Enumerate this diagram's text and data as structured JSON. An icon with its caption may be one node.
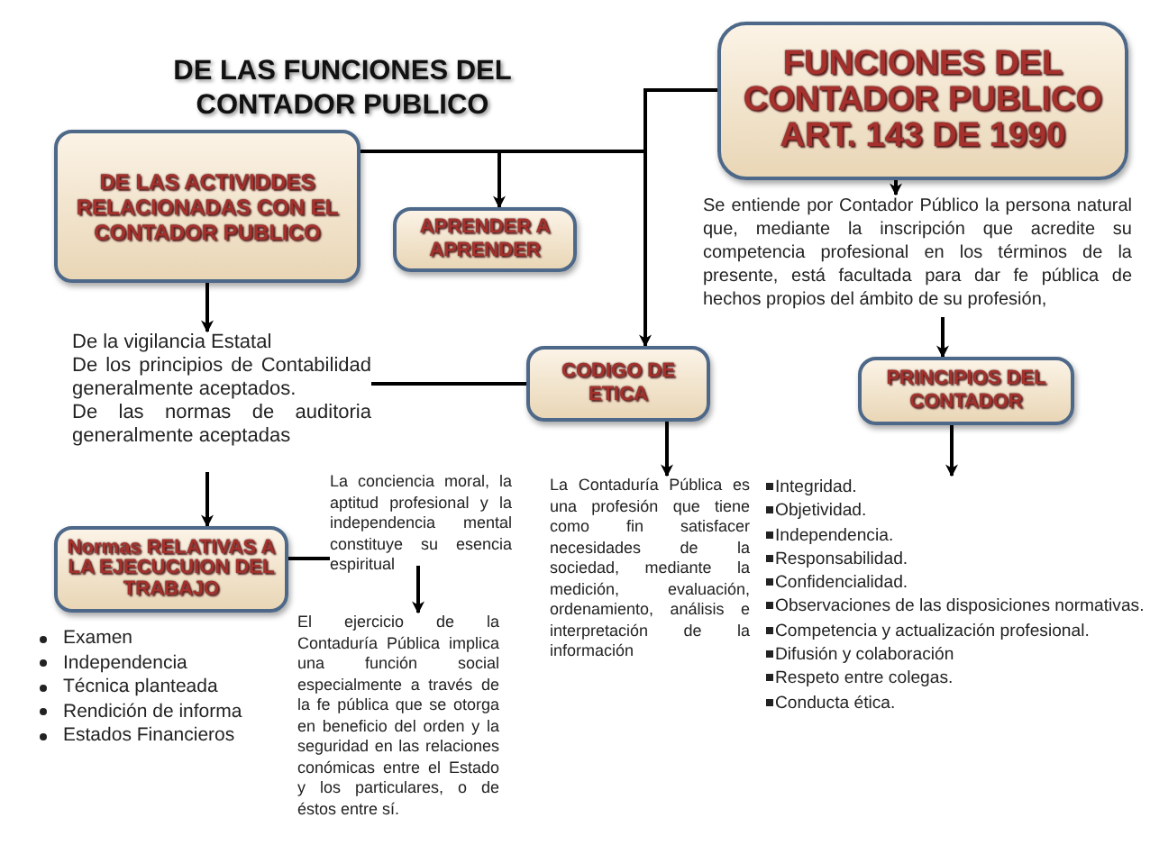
{
  "diagram": {
    "title": "DE LAS FUNCIONES DEL CONTADOR PUBLICO",
    "nodes": [
      {
        "text": [
          "FUNCIONES DEL CONTADOR PUBLICO ART. 143 DE 1990"
        ]
      },
      {
        "text": [
          "DE LAS ACTIVIDDES RELACIONADAS CON EL CONTADOR PUBLICO"
        ]
      },
      {
        "text": [
          "APRENDER A APRENDER"
        ]
      },
      {
        "text": [
          "CODIGO DE ETICA"
        ]
      },
      {
        "text": [
          "Se entiende por Contador Público la persona natural que, mediante la inscripción que acredite su competencia profesional en los términos de la presente, está facultada para dar fe pública de hechos propios del ámbito de su profesión,"
        ]
      },
      {
        "text": [
          "PRINCIPIOS DEL CONTADOR"
        ]
      },
      {
        "text": [
          "De la vigilancia Estatal",
          "De los principios de Contabilidad generalmente aceptados.",
          "De las normas de auditoria generalmente aceptadas"
        ]
      },
      {
        "text": [
          "Normas RELATIVAS A LA EJECUCUION DEL TRABAJO"
        ]
      },
      {
        "text": [
          "La conciencia moral, la aptitud profesional y la independencia mental constituye su esencia espiritual"
        ]
      },
      {
        "text": [
          "El ejercicio de la Contaduría Pública implica una función social especialmente a través de la fe pública que se otorga en beneficio del orden y la seguridad en las relaciones conómicas entre el Estado y los particulares, o de éstos entre sí."
        ]
      },
      {
        "text": [
          "La Contaduría Pública es una profesión que tiene como fin satisfacer necesidades de la sociedad, mediante la medición, evaluación, ordenamiento, análisis e interpretación de la información"
        ]
      },
      {
        "text": [
          "Integridad.",
          "Objetividad.",
          "Independencia.",
          "Responsabilidad.",
          "Confidencialidad.",
          "Observaciones de las disposiciones normativas.",
          "Competencia y actualización profesional.",
          "Difusión y colaboración",
          "Respeto entre colegas.",
          "Conducta ética."
        ]
      }
    ],
    "edges": [
      {
        "from": 0,
        "to": 3,
        "arrow": "to"
      },
      {
        "from": 0,
        "to": 2,
        "arrow": "to"
      },
      {
        "from": 0,
        "to": 1,
        "arrow": "none"
      },
      {
        "from": 0,
        "to": 4,
        "arrow": "to"
      },
      {
        "from": 4,
        "to": 5,
        "arrow": "to"
      },
      {
        "from": 5,
        "to": 11,
        "arrow": "to"
      },
      {
        "from": 1,
        "to": 6,
        "arrow": "to"
      },
      {
        "from": 6,
        "to": 7,
        "arrow": "to"
      },
      {
        "from": 6,
        "to": 3,
        "arrow": "none"
      },
      {
        "from": 3,
        "to": 10,
        "arrow": "to"
      },
      {
        "from": 7,
        "to": 8,
        "arrow": "none"
      },
      {
        "from": 8,
        "to": 9,
        "arrow": "to"
      }
    ],
    "labels": [
      "Examen",
      "Independencia",
      "Técnica planteada",
      "Rendición de informa",
      "Estados Financieros"
    ]
  }
}
